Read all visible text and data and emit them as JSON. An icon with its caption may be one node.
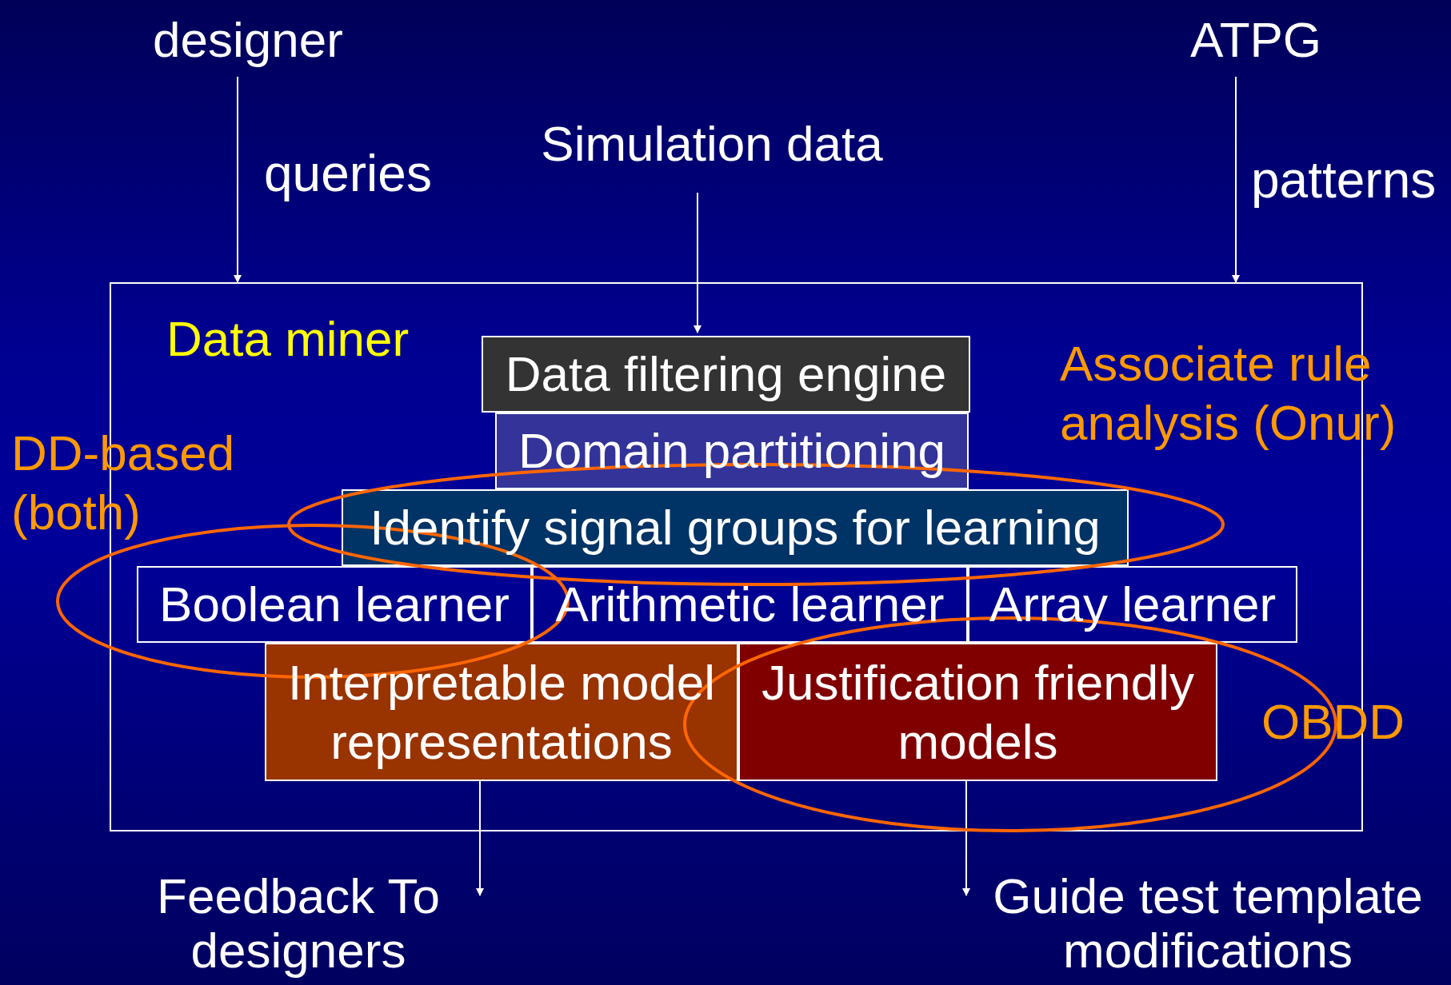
{
  "diagram": {
    "nodes": [
      {
        "text": [
          "designer"
        ]
      },
      {
        "text": [
          "ATPG"
        ]
      },
      {
        "text": [
          "Simulation data"
        ]
      },
      {
        "text": [
          "Data miner"
        ]
      },
      {
        "text": [
          "Data filtering engine"
        ],
        "in": 3
      },
      {
        "text": [
          "Domain partitioning"
        ],
        "in": 3
      },
      {
        "text": [
          "Identify signal groups for learning"
        ],
        "in": 3
      },
      {
        "text": [
          "Boolean learner"
        ],
        "in": 3
      },
      {
        "text": [
          "Arithmetic learner"
        ],
        "in": 3
      },
      {
        "text": [
          "Array learner"
        ],
        "in": 3
      },
      {
        "text": [
          "Interpretable model representations"
        ],
        "in": 3
      },
      {
        "text": [
          "Justification friendly models"
        ],
        "in": 3
      },
      {
        "text": [
          "Feedback To designers"
        ]
      },
      {
        "text": [
          "Guide test template modifications"
        ]
      }
    ],
    "edges": [
      {
        "from": 0,
        "to": 3,
        "arrow": "to",
        "label": "queries"
      },
      {
        "from": 2,
        "to": 4,
        "arrow": "to"
      },
      {
        "from": 1,
        "to": 3,
        "arrow": "to",
        "label": "patterns"
      },
      {
        "from": 10,
        "to": 12,
        "arrow": "to"
      },
      {
        "from": 11,
        "to": 13,
        "arrow": "to"
      }
    ],
    "labels": [
      "Associate rule analysis (Onur)",
      "DD-based (both)",
      "OBDD"
    ]
  }
}
